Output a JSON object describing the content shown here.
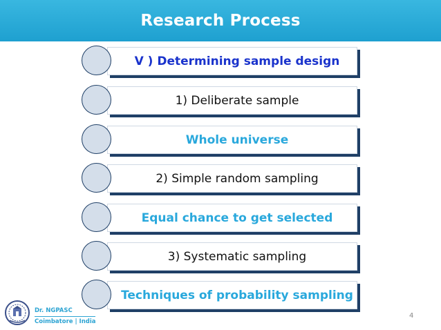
{
  "slide": {
    "title": "Research Process",
    "page_number": "4"
  },
  "colors": {
    "title_bar": "#29ABE2",
    "highlight_blue": "#1A33CC",
    "highlight_cyan": "#29A8DC",
    "box_shadow": "#1F3F66",
    "circle_fill": "#D4DEEA"
  },
  "items": [
    {
      "text": "V ) Determining sample design",
      "color": "#1A33CC",
      "bold": true
    },
    {
      "text": "1) Deliberate sample",
      "color": "#111111",
      "bold": false
    },
    {
      "text": "Whole universe",
      "color": "#29A8DC",
      "bold": true
    },
    {
      "text": "2) Simple random sampling",
      "color": "#111111",
      "bold": false
    },
    {
      "text": "Equal chance to get selected",
      "color": "#29A8DC",
      "bold": true
    },
    {
      "text": "3) Systematic sampling",
      "color": "#111111",
      "bold": false
    },
    {
      "text": "Techniques of probability sampling",
      "color": "#29A8DC",
      "bold": true
    }
  ],
  "footer": {
    "org_name": "Dr. NGPASC",
    "org_location": "Coimbatore | India",
    "logo_icon": "college-emblem-icon"
  }
}
